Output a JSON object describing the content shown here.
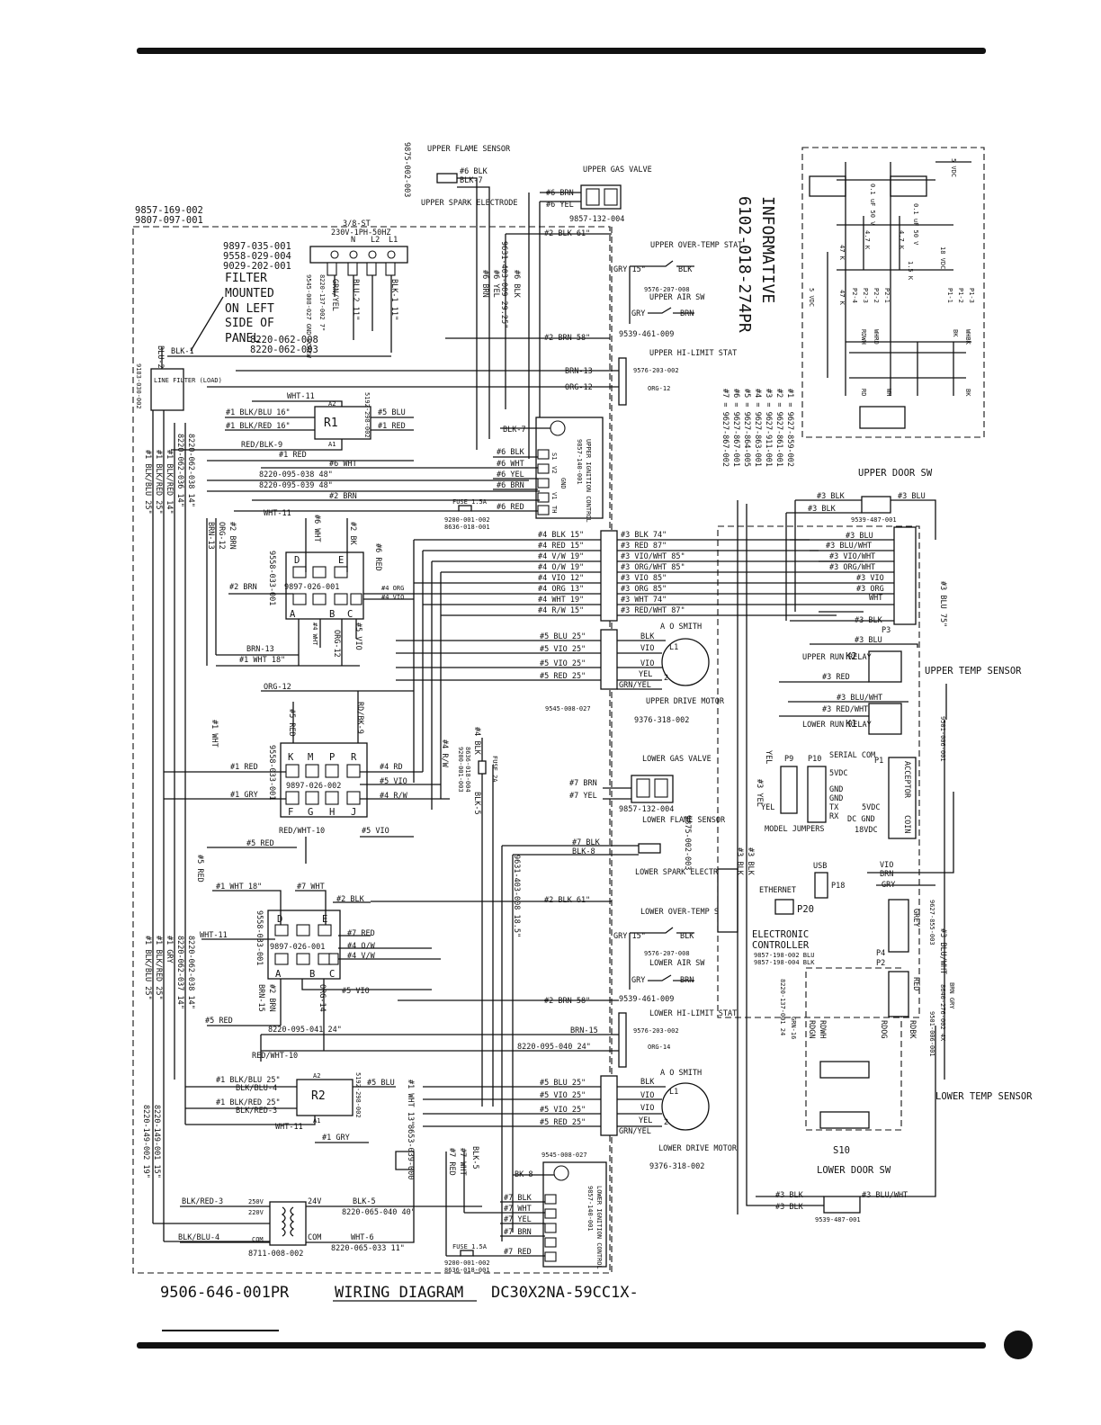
{
  "header": {
    "note_line1": "INFORMATIVE",
    "note_line2": "6102-018-274PR"
  },
  "top_left": {
    "ref1": "9857-169-002",
    "ref2": "9807-097-001"
  },
  "power": {
    "spec1": "3/8-ST",
    "spec2": "230V-1PH-50HZ",
    "n": "N",
    "l2": "L2",
    "l1": "L1",
    "ref1": "9897-035-001",
    "ref2": "9558-029-004",
    "ref3": "9029-202-001",
    "gnd": "9545-008-027 GND SCREW",
    "gnd2": "8220-137-002 7\"",
    "wire_grn": "GRN/YEL",
    "wire_blu": "BLU-2 11\"",
    "wire_blk": "BLK-1 11\"",
    "w1": "8220-062-008",
    "w2": "8220-062-003"
  },
  "filter": {
    "l1": "FILTER",
    "l2": "MOUNTED",
    "l3": "ON LEFT",
    "l4": "SIDE OF",
    "l5": "PANEL",
    "box": "LINE FILTER (LOAD)",
    "blk1": "BLK-1",
    "blu2": "BLU-2",
    "ref": "9183-030-002"
  },
  "upper_gas": {
    "flame_sensor": "UPPER FLAME SENSOR",
    "flame_ref": "9875-002-003",
    "spark": "UPPER SPARK ELECTRODE",
    "w_blk6": "#6 BLK",
    "blk7": "BLK-7",
    "valve": "UPPER GAS VALVE",
    "brn6": "#6 BRN",
    "yel6": "#6 YEL",
    "valve_ref": "9857-132-004",
    "blk61": "#2 BLK 61\"",
    "harness": "9631-403-009 29.25\"",
    "h_blk": "#6 BLK",
    "h_yel": "#6 YEL",
    "h_brn": "#6 BRN"
  },
  "upper_controls": {
    "overtemp": "UPPER OVER-TEMP STAT",
    "gry15": "GRY 15\"",
    "blk": "BLK",
    "ot_ref": "9576-207-008",
    "air": "UPPER AIR SW",
    "gry": "GRY",
    "brn": "BRN",
    "air_ref": "9539-461-009",
    "brn58": "#2 BRN 58\"",
    "hilimit": "UPPER HI-LIMIT STAT",
    "hl_ref": "9576-203-002",
    "brn13": "BRN-13",
    "org12": "ORG-12",
    "org_12": "ORG-12"
  },
  "upper_ignition": {
    "label": "UPPER IGNITION CONTROL",
    "ref": "9857-140-001",
    "blk7": "BLK-7",
    "blk6": "#6 BLK",
    "wht6": "#6 WHT",
    "yel6": "#6 YEL",
    "brn6": "#6 BRN",
    "red6": "#6 RED",
    "fuse": "FUSE 1.5A",
    "fuse_ref1": "9200-001-002",
    "fuse_ref2": "8636-018-001",
    "term_s1": "S1",
    "term_v2": "V2",
    "term_v1": "V1",
    "term_th": "TH",
    "term_gnd": "GND"
  },
  "relay_r1": {
    "label": "R1",
    "wht11": "WHT-11",
    "blk_blu": "#1 BLK/BLU 16\"",
    "blk_red": "#1 BLK/RED 16\"",
    "blu5": "#5 BLU",
    "red1": "#1 RED",
    "red_blk9": "RED/BLK-9",
    "red1b": "#1 RED",
    "ref": "5192-298-002",
    "wht6": "#6 WHT",
    "w1": "8220-095-038 48\"",
    "w2": "8220-095-039 48\"",
    "brn2": "#2 BRN",
    "a1": "A1",
    "a2": "A2"
  },
  "left_wires": {
    "w1": "8220-062-038 14\"",
    "w2": "8220-062-036 14\"",
    "w3": "#1 BLK/RED 14\"",
    "w4": "#1 BLK/BLU 25\"",
    "w5": "#1 BLK/RED 25\"",
    "w6": "8220-062-037 14\"",
    "w7": "8220-062-038 14\"",
    "w8": "#1 BLK/BLU 25\"",
    "w9": "#1 GRY",
    "wht1": "#1 WHT",
    "red5": "#5 RED",
    "w10": "8220-149-001 15\"",
    "w11": "8220-149-002 19\""
  },
  "conn_upper": {
    "ref": "9897-026-001",
    "side_ref": "9558-033-001",
    "wht11": "WHT-11",
    "brn2": "#2 BRN",
    "org12": "ORG-12",
    "brn13": "BRN-13",
    "wht6": "#6 WHT",
    "red6": "#6 RED",
    "bk2": "#2 BK",
    "brn2b": "#2 BRN",
    "org4": "#4 ORG",
    "vio4": "#4 VIO",
    "wht4": "#4 WHT",
    "org12b": "ORG-12",
    "vio5": "#5 VIO",
    "brn13b": "BRN-13",
    "wht18": "#1 WHT 18\"",
    "org12c": "ORG-12",
    "a": "A",
    "b": "B",
    "c": "C",
    "d": "D",
    "e": "E"
  },
  "conn_mid": {
    "ref": "9897-026-002",
    "side_ref": "9558-033-001",
    "rd_bk9": "RD/BK-9",
    "red5": "#5 RED",
    "red1": "#1 RED",
    "gry1": "#1 GRY",
    "rd4": "#4 RD",
    "vio5": "#5 VIO",
    "rw4": "#4 R/W",
    "red_wht10": "RED/WHT-10",
    "vio5b": "#5 VIO",
    "red5b": "#5 RED",
    "k": "K",
    "m": "M",
    "p": "P",
    "r": "R",
    "f": "F",
    "g": "G",
    "h": "H",
    "j": "J"
  },
  "center_bus": {
    "blk15": "#4 BLK 15\"",
    "red15": "#4 RED 15\"",
    "vw19": "#4 V/W 19\"",
    "ow19": "#4 O/W 19\"",
    "vio12": "#4 VIO 12\"",
    "org13": "#4 ORG 13\"",
    "wht19": "#4 WHT 19\"",
    "rw15": "#4 R/W 15\"",
    "blk74": "#3 BLK 74\"",
    "red87": "#3 RED 87\"",
    "vw85": "#3 VIO/WHT 85\"",
    "ow85": "#3 ORG/WHT 85\"",
    "vio85": "#3 VIO 85\"",
    "org85": "#3 ORG 85\"",
    "wht74": "#3 WHT 74\"",
    "rw87": "#3 RED/WHT 87\"",
    "rw4": "#4 R/W",
    "blk4": "#4 BLK",
    "fuse": "FUSE 2A",
    "fuse_ref1": "9200-001-003",
    "fuse_ref2": "8636-018-004",
    "blk5": "BLK-5"
  },
  "upper_motor": {
    "brand": "A O SMITH",
    "l1": "L1",
    "l2": "2",
    "blk": "BLK",
    "vio": "VIO",
    "vio2": "VIO",
    "yel": "YEL",
    "grn": "GRN/YEL",
    "blu5": "#5 BLU 25\"",
    "vio5a": "#5 VIO 25\"",
    "vio5b": "#5 VIO 25\"",
    "red5": "#5 RED 25\"",
    "gnd": "9545-008-027",
    "label": "UPPER DRIVE MOTOR",
    "ref": "9376-318-002"
  },
  "lower_gas": {
    "valve": "LOWER GAS VALVE",
    "brn7": "#7 BRN",
    "yel7": "#7 YEL",
    "valve_ref": "9857-132-004",
    "flame": "LOWER FLAME SENSOR",
    "flame_ref": "9875-002-003",
    "blk7": "#7 BLK",
    "blk8": "BLK-8",
    "spark": "LOWER SPARK ELECTRODE",
    "harness": "9631-403-008 18.5\"",
    "blk61": "#2 BLK 61\""
  },
  "lower_controls": {
    "overtemp": "LOWER OVER-TEMP STAT",
    "gry15": "GRY 15\"",
    "blk": "BLK",
    "ot_ref": "9576-207-008",
    "air": "LOWER AIR SW",
    "gry": "GRY",
    "brn": "BRN",
    "air_ref": "9539-461-009",
    "brn58": "#2 BRN 58\"",
    "hilimit": "LOWER HI-LIMIT STAT",
    "hl_ref": "9576-203-002",
    "brn15": "BRN-15",
    "org14": "ORG-14",
    "w24": "8220-095-040 24\""
  },
  "conn_lower": {
    "ref": "9897-026-001",
    "side_ref": "9558-033-001",
    "wht18": "#1 WHT 18\"",
    "wht7": "#7 WHT",
    "blk2": "#2 BLK",
    "wht11": "WHT-11",
    "red7": "#7 RED",
    "ow4": "#4 O/W",
    "vw4": "#4 V/W",
    "brn2": "#2 BRN",
    "org14": "ORG-14",
    "brn15": "BRN-15",
    "vio5": "#5 VIO",
    "red5": "#5 RED",
    "w24": "8220-095-041 24\"",
    "red_wht10": "RED/WHT-10",
    "a": "A",
    "b": "B",
    "c": "C",
    "d": "D",
    "e": "E"
  },
  "relay_r2": {
    "label": "R2",
    "blk_blu": "#1 BLK/BLU 25\"",
    "blk_blu4": "BLK/BLU-4",
    "blk_red": "#1 BLK/RED 25\"",
    "blk_red3": "BLK/RED-3",
    "blu5": "#5 BLU",
    "wht11": "WHT-11",
    "gry1": "#1 GRY",
    "wht13": "#1 WHT 13\"",
    "ref": "5192-298-002",
    "bridge_ref": "8653-039-000",
    "a1": "A1",
    "a2": "A2"
  },
  "lower_motor": {
    "brand": "A O SMITH",
    "l1": "L1",
    "l2": "2",
    "blk": "BLK",
    "vio": "VIO",
    "vio2": "VIO",
    "yel": "YEL",
    "grn": "GRN/YEL",
    "blu5": "#5 BLU 25\"",
    "vio5a": "#5 VIO 25\"",
    "vio5b": "#5 VIO 25\"",
    "red5": "#5 RED 25\"",
    "gnd": "9545-008-027",
    "label": "LOWER DRIVE MOTOR",
    "ref": "9376-318-002"
  },
  "lower_ignition": {
    "label": "LOWER IGNITION CONTROL",
    "ref": "9857-140-001",
    "bk8": "BK-8",
    "blk7": "#7 BLK",
    "wht7": "#7 WHT",
    "yel7": "#7 YEL",
    "brn7": "#7 BRN",
    "red7": "#7 RED",
    "wht7b": "#7 WHT",
    "red7b": "#7 RED",
    "blk5": "BLK-5",
    "fuse": "FUSE 1.5A",
    "fuse_ref1": "9200-001-002",
    "fuse_ref2": "8636-018-001"
  },
  "transformer": {
    "ref": "8711-008-002",
    "v250": "250V",
    "v220": "220V",
    "v24": "24V",
    "com": "COM",
    "com2": "COM",
    "blk_red3": "BLK/RED-3",
    "blk_blu4": "BLK/BLU-4",
    "blk5": "BLK-5",
    "w40": "8220-065-040 40\"",
    "wht6": "WHT-6",
    "w11": "8220-065-033 11\""
  },
  "legend": {
    "l1": "#1 = 9627-859-002",
    "l2": "#2 = 9627-861-001",
    "l3": "#3 = 9627-911-001",
    "l4": "#4 = 9627-863-001",
    "l5": "#5 = 9627-864-005",
    "l6": "#6 = 9627-867-001",
    "l7": "#7 = 9627-867-002"
  },
  "inset": {
    "v5": "5 VDC",
    "v18": "18 VDC",
    "v5b": "5 VDC",
    "cap1": "0.1 uF 50 V",
    "cap2": "0.1 uF 50 V",
    "r1": "4.7 K",
    "r2": "4.7 K",
    "r3": "47 K",
    "r4": "47 K",
    "r5": "1.5 K",
    "p1_1": "P1-1",
    "p1_2": "P1-2",
    "p1_3": "P1-3",
    "p2_1": "P2-1",
    "p2_2": "P2-2",
    "p2_3": "P2-3",
    "p2_4": "P2-4",
    "rdwh": "RDWH",
    "whrd": "WHRD",
    "bk": "BK",
    "whbk": "WHBK",
    "rd": "RD",
    "wh": "WH",
    "bk2": "BK"
  },
  "controller": {
    "upper_door": "UPPER DOOR SW",
    "door_ref": "9539-487-001",
    "blk3a": "#3 BLK",
    "blk3b": "#3 BLK",
    "blu3": "#3 BLU",
    "blu3b": "#3 BLU",
    "bluwht3": "#3 BLU/WHT",
    "viowht3": "#3 VIO/WHT",
    "orgwht3": "#3 ORG/WHT",
    "vio3": "#3 VIO",
    "org3": "#3 ORG",
    "wht": "WHT",
    "blk3c": "#3 BLK",
    "p3": "P3",
    "blu3c": "#3 BLU",
    "blu75": "#3 BLU 75\"",
    "k2": "K2",
    "upper_run": "UPPER RUN RELAY",
    "red3": "#3 RED",
    "bluwht3b": "#3 BLU/WHT",
    "redwht3": "#3 RED/WHT",
    "k1": "K1",
    "lower_run": "LOWER RUN RELAY",
    "upper_temp": "UPPER TEMP SENSOR",
    "ut_ref": "9501-006-001",
    "yel": "YEL",
    "p9": "P9",
    "p10": "P10",
    "serial": "SERIAL COM",
    "v5dc": "5VDC",
    "gnd": "GND",
    "gnd2": "GND",
    "tx": "TX",
    "rx": "RX",
    "p1": "P1",
    "acceptor": "ACCEPTOR",
    "coin": "COIN",
    "v5dc2": "5VDC",
    "dcgnd": "DC GND",
    "v18dc": "18VDC",
    "yel3": "#3 YEL",
    "jumpers": "MODEL JUMPERS",
    "blk3d": "#3 BLK",
    "blk3e": "#3 BLK",
    "usb": "USB",
    "p18": "P18",
    "ethernet": "ETHERNET",
    "p20": "P20",
    "ctrl1": "ELECTRONIC",
    "ctrl2": "CONTROLLER",
    "ctrl_ref1": "9857-198-002 BLU",
    "ctrl_ref2": "9857-198-004 BLK",
    "vio": "VIO",
    "brn": "BRN",
    "gry": "GRY",
    "grey": "GREY",
    "p4": "P4",
    "p2": "P2",
    "red": "RED",
    "bluwht_ref": "9627-855-003",
    "bluwht4": "#3 BLU/WHT",
    "gnd_ref": "8220-137-001 24",
    "grn16": "GRN-16",
    "rdwh": "RDWH",
    "rdgn": "RDGN",
    "rdog": "RDOG",
    "rdbk": "RDBK",
    "s10": "S10",
    "brn_gry": "BRN GRY",
    "lt_ref1": "8640-276-002 4X",
    "lt_ref2": "9501-006-001",
    "lower_temp": "LOWER TEMP SENSOR",
    "lower_door": "LOWER DOOR SW",
    "ld_ref": "9539-487-001",
    "blk3f": "#3 BLK",
    "blk3g": "#3 BLK",
    "bluwht3c": "#3 BLU/WHT"
  },
  "footer": {
    "part": "9506-646-001PR",
    "title": "WIRING DIAGRAM",
    "model": "DC30X2NA-59CC1X-"
  }
}
